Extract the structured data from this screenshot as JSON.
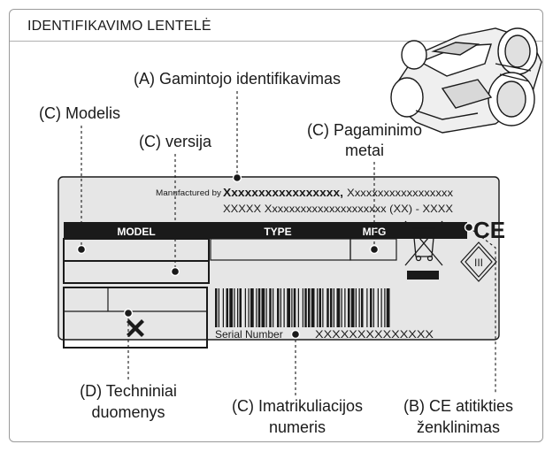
{
  "title": "IDENTIFIKAVIMO LENTELĖ",
  "callouts": {
    "manufacturer": "(A) Gamintojo identifikavimas",
    "model": "(C) Modelis",
    "version": "(C) versija",
    "year_line1": "(C) Pagaminimo",
    "year_line2": "metai",
    "technical_line1": "(D) Techniniai",
    "technical_line2": "duomenys",
    "registration_line1": "(C) Imatrikuliacijos",
    "registration_line2": "numeris",
    "ce_line1": "(B) CE atitikties",
    "ce_line2": "ženklinimas"
  },
  "plate": {
    "manufactured_by": "Manufactured by",
    "manufacturer_name": "Xxxxxxxxxxxxxxxxx,",
    "manufacturer_rest": "Xxxxxxxxxxxxxxxxxx",
    "address_line": "XXXXX Xxxxxxxxxxxxxxxxxxxxx (XX) - XXXX",
    "model_header": "MODEL",
    "type_header": "TYPE",
    "mfg_header": "MFG",
    "serial_label": "Serial Number",
    "serial_value": "XXXXXXXXXXXXXX",
    "ce_mark": "CE",
    "class_symbol": "III"
  }
}
